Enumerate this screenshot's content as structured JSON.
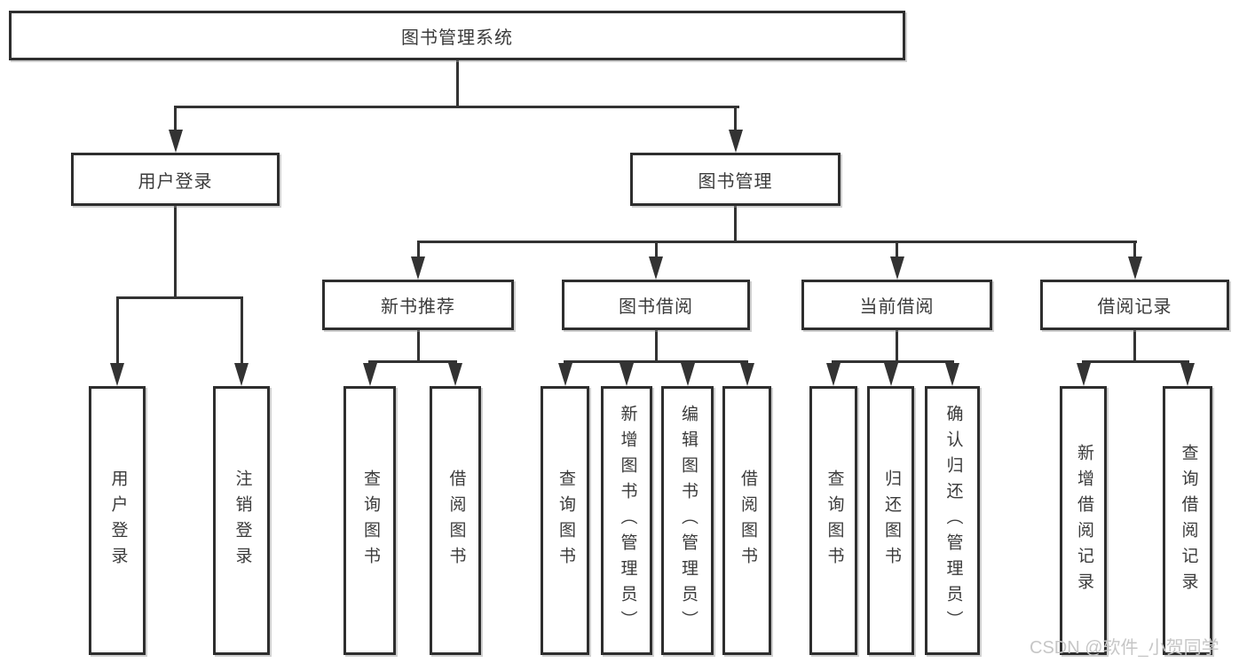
{
  "diagram": {
    "title": "图书管理系统",
    "watermark": "CSDN @软件_小贺同学",
    "colors": {
      "line": "#333333",
      "box_border": "#2e2e2e",
      "text": "#3b3b3b",
      "watermark": "#c6c6c6",
      "background": "#ffffff"
    },
    "nodes": {
      "root": "图书管理系统",
      "user_login": "用户登录",
      "book_mgmt": "图书管理",
      "leaf_user_login": "用户登录",
      "leaf_logout": "注销登录",
      "new_book_rec": "新书推荐",
      "book_borrow": "图书借阅",
      "current_borrow": "当前借阅",
      "borrow_record": "借阅记录",
      "nb_query": "查询图书",
      "nb_borrow": "借阅图书",
      "bb_query": "查询图书",
      "bb_add": "新增图书（管理员）",
      "bb_edit": "编辑图书（管理员）",
      "bb_borrow": "借阅图书",
      "cb_query": "查询图书",
      "cb_return": "归还图书",
      "cb_confirm": "确认归还（管理员）",
      "br_add": "新增借阅记录",
      "br_query": "查询借阅记录"
    },
    "hierarchy_note": "图书管理系统 → (用户登录 → 用户登录/注销登录); (图书管理 → 新书推荐/图书借阅/当前借阅/借阅记录)"
  }
}
